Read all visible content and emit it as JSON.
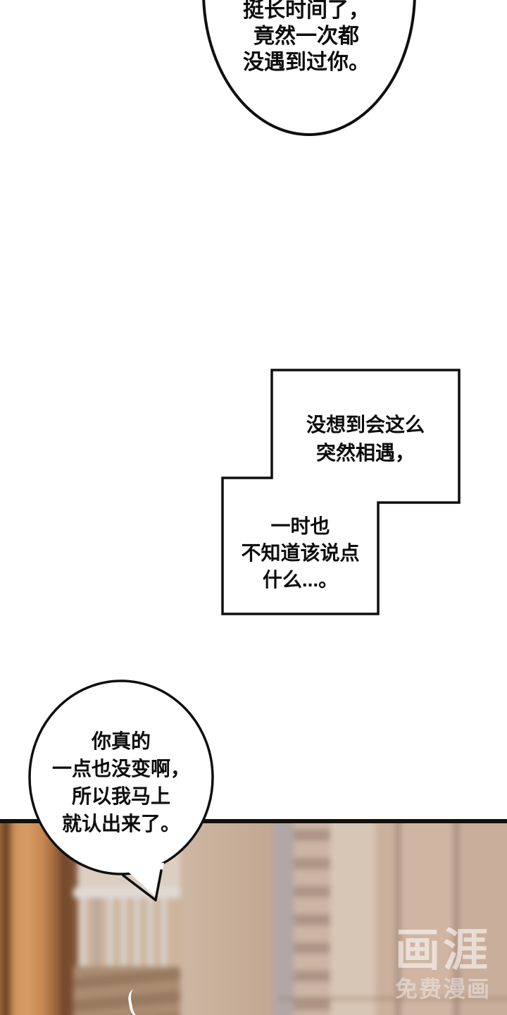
{
  "panel": {
    "type": "webtoon-comic-panel",
    "background": "#ffffff"
  },
  "speech_bubbles": {
    "top": {
      "shape": "ellipse-clipped-at-top",
      "lines": [
        "挺长时间了，",
        "竟然一次都",
        "没遇到过你。"
      ]
    },
    "mid_upper": {
      "shape": "rectangle-stepped",
      "lines": [
        "没想到会这么",
        "突然相遇，"
      ]
    },
    "mid_lower": {
      "shape": "rectangle-stepped",
      "lines": [
        "一时也",
        "不知道该说点",
        "什么...。"
      ]
    },
    "round": {
      "shape": "circle-with-tail",
      "lines": [
        "你真的",
        "一点也没变啊，",
        "所以我马上",
        "就认出来了。"
      ]
    }
  },
  "watermark": {
    "logo": "画涯",
    "caption": "免费漫画"
  },
  "palette": {
    "ink": "#0f0f0f",
    "wood": "#c98e58",
    "stairs": "#cdb49c",
    "pillar_light": "#ccb5a5",
    "pillar_dark": "#ae9487",
    "bricks": "#cbb09e",
    "man_hair": "#a18d7e",
    "man_skin": "#f3e5da",
    "mouth": "#a65d5b",
    "dark_hair": "#23262c",
    "dark_skin": "#dcc9c2",
    "watermark_white": "rgba(255,255,255,0.58)"
  }
}
